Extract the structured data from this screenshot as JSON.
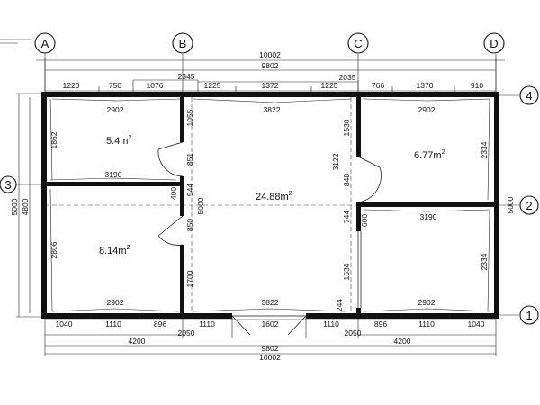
{
  "grid": {
    "columns": [
      "A",
      "B",
      "C",
      "D"
    ],
    "rows": [
      "1",
      "2",
      "3",
      "4"
    ]
  },
  "dimensions": {
    "top_total_outer": "10002",
    "top_total_inner": "9802",
    "top_cd_span": "2035",
    "top_ab_span": "2345",
    "top_segments": [
      "1220",
      "750",
      "1076",
      "1225",
      "1372",
      "1225",
      "766",
      "1370",
      "910"
    ],
    "top_inner_left": "2902",
    "top_inner_center": "3822",
    "top_inner_right": "2902",
    "bottom_inner_left": "2902",
    "bottom_inner_center": "3822",
    "bottom_inner_right": "2902",
    "bottom_segments": [
      "1040",
      "1110",
      "896",
      "1110",
      "1602",
      "1110",
      "896",
      "1110",
      "1040"
    ],
    "bottom_left_2050": "2050",
    "bottom_right_2050": "2050",
    "bottom_left_4200": "4200",
    "bottom_right_4200": "4200",
    "bottom_total_inner": "9802",
    "bottom_total_outer": "10002",
    "left_outer_5000": "5000",
    "left_inner_4800": "4800",
    "left_room_top": "1862",
    "left_room_bottom": "2806",
    "left_partition": "3190",
    "right_partition": "3190",
    "right_outer_5000": "5000",
    "right_room_top": "2334",
    "right_room_bottom": "2334",
    "b_segments": [
      "1055",
      "851",
      "400",
      "850",
      "1700"
    ],
    "b_right_544": "544",
    "b_right_5000": "5000",
    "c_segments": [
      "1530",
      "848",
      "744",
      "1634",
      "244"
    ],
    "c_left_3122": "3122",
    "c_right_600": "600"
  },
  "rooms": {
    "top_left": {
      "area": "5.4",
      "unit": "m",
      "exp": "2"
    },
    "bottom_left": {
      "area": "8.14",
      "unit": "m",
      "exp": "2"
    },
    "center": {
      "area": "24.88",
      "unit": "m",
      "exp": "2"
    },
    "top_right": {
      "area": "6.77",
      "unit": "m",
      "exp": "2"
    }
  }
}
